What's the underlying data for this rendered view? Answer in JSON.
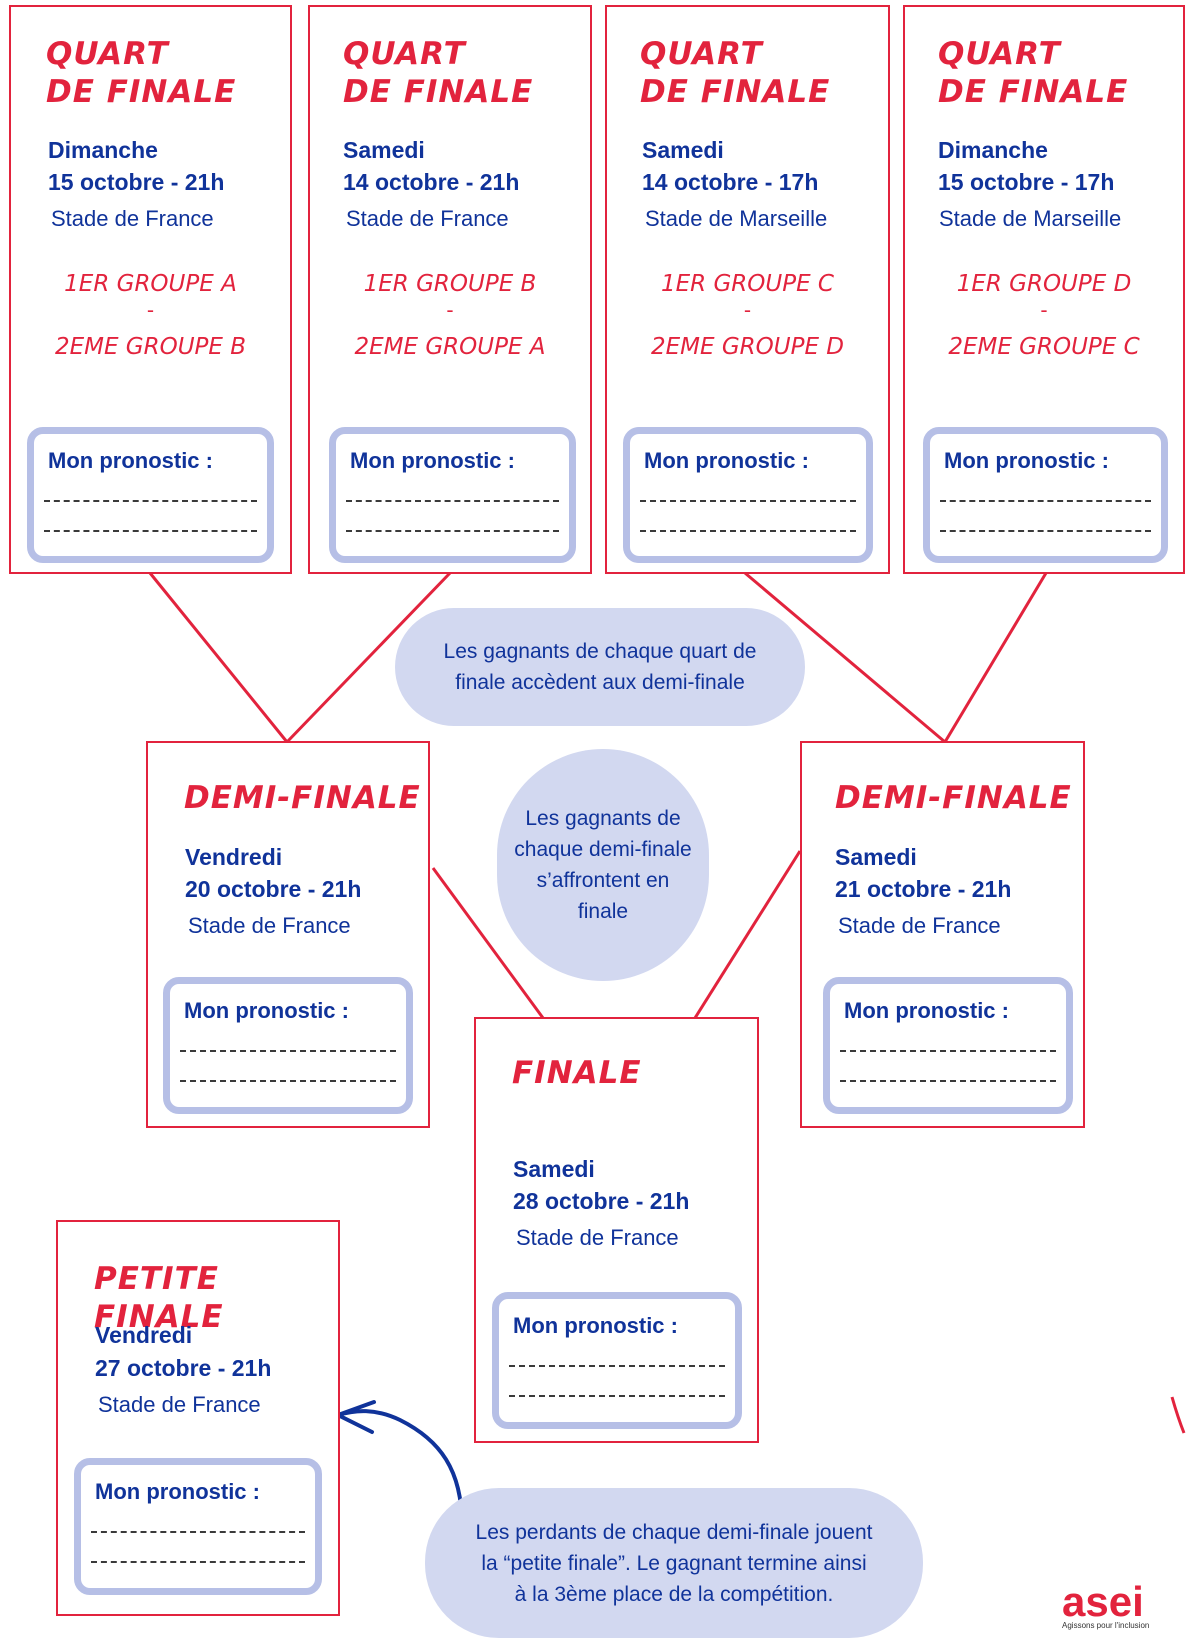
{
  "colors": {
    "accent": "#e2233d",
    "text": "#10339a",
    "pronostic_border": "#b6bfe6",
    "bubble": "#d2d8f0"
  },
  "pronostic_label": "Mon pronostic :",
  "separator": "-",
  "quarters": [
    {
      "title1": "QUART",
      "title2": "DE FINALE",
      "day": "Dimanche",
      "date": "15 octobre - 21h",
      "venue": "Stade de France",
      "team1": "1ER GROUPE A",
      "team2": "2EME GROUPE B"
    },
    {
      "title1": "QUART",
      "title2": "DE FINALE",
      "day": "Samedi",
      "date": "14 octobre - 21h",
      "venue": "Stade de France",
      "team1": "1ER GROUPE B",
      "team2": "2EME GROUPE A"
    },
    {
      "title1": "QUART",
      "title2": "DE FINALE",
      "day": "Samedi",
      "date": "14 octobre - 17h",
      "venue": "Stade de Marseille",
      "team1": "1ER GROUPE C",
      "team2": "2EME GROUPE D"
    },
    {
      "title1": "QUART",
      "title2": "DE FINALE",
      "day": "Dimanche",
      "date": "15 octobre - 17h",
      "venue": "Stade de Marseille",
      "team1": "1ER GROUPE D",
      "team2": "2EME GROUPE C"
    }
  ],
  "semis": [
    {
      "title": "DEMI-FINALE",
      "day": "Vendredi",
      "date": "20 octobre - 21h",
      "venue": "Stade de France"
    },
    {
      "title": "DEMI-FINALE",
      "day": "Samedi",
      "date": "21 octobre - 21h",
      "venue": "Stade de France"
    }
  ],
  "final": {
    "title": "FINALE",
    "day": "Samedi",
    "date": "28 octobre - 21h",
    "venue": "Stade de France"
  },
  "small_final": {
    "title": "PETITE FINALE",
    "day": "Vendredi",
    "date": "27 octobre - 21h",
    "venue": "Stade de France"
  },
  "notes": {
    "quarters": "Les gagnants de chaque quart de finale accèdent aux demi-finale",
    "semis": "Les gagnants de chaque demi-finale s’affrontent en finale",
    "losers": "Les perdants de chaque demi-finale jouent la “petite finale”. Le gagnant termine ainsi à la 3ème place de la compétition."
  },
  "logo": {
    "text": "asei",
    "tagline": "Agissons pour l'inclusion"
  }
}
